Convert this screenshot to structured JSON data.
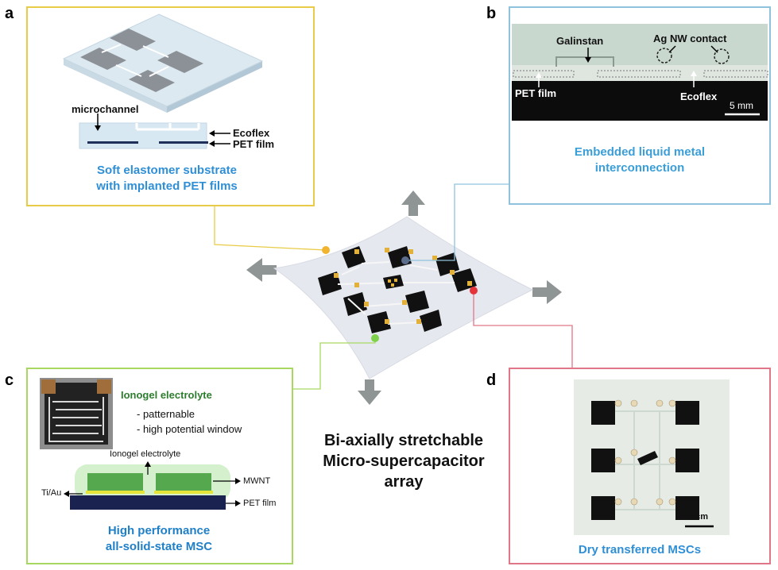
{
  "colors": {
    "panel_a_border": "#e8cc48",
    "panel_b_border": "#8fc3dd",
    "panel_c_border": "#a8d862",
    "panel_d_border": "#e07788",
    "caption_blue": "#2f8fd6",
    "caption_c": "#1f7fc7",
    "ionogel_green": "#2e7d2e",
    "dot_yellow": "#f0b430",
    "dot_blue": "#5b6d8c",
    "dot_red": "#e5333a",
    "dot_green": "#7ed24a"
  },
  "panel_a": {
    "label": "a",
    "microchannel": "microchannel",
    "ecoflex": "Ecoflex",
    "pet_film": "PET film",
    "caption_line1": "Soft elastomer substrate",
    "caption_line2": "with implanted PET films"
  },
  "panel_b": {
    "label": "b",
    "galinstan": "Galinstan",
    "ag_nw_contact": "Ag NW contact",
    "pet_film": "PET film",
    "ecoflex": "Ecoflex",
    "scale": "5 mm",
    "caption_line1": "Embedded liquid metal",
    "caption_line2": "interconnection"
  },
  "panel_c": {
    "label": "c",
    "ionogel_title": "Ionogel electrolyte",
    "bullet1": "- patternable",
    "bullet2": "- high potential window",
    "ionogel_small": "Ionogel electrolyte",
    "mwnt": "MWNT",
    "tiau": "Ti/Au",
    "pet_film": "PET film",
    "caption_line1": "High performance",
    "caption_line2": "all-solid-state MSC"
  },
  "panel_d": {
    "label": "d",
    "scale": "1 cm",
    "caption": "Dry transferred MSCs"
  },
  "center": {
    "line1": "Bi-axially stretchable",
    "line2": "Micro-supercapacitor",
    "line3": "array"
  }
}
